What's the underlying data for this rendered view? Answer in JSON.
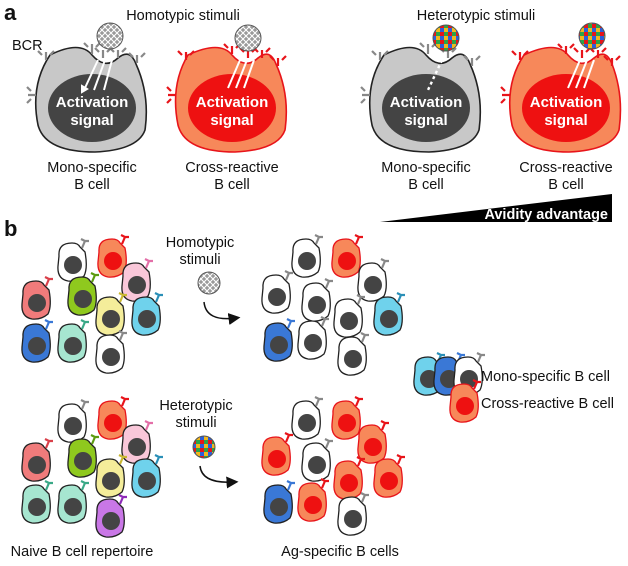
{
  "panel_a": {
    "label": "a",
    "homotypic_title": "Homotypic stimuli",
    "heterotypic_title": "Heterotypic stimuli",
    "bcr_label": "BCR",
    "activation_line1": "Activation",
    "activation_line2": "signal",
    "cells": [
      {
        "line1": "Mono-specific",
        "line2": "B cell"
      },
      {
        "line1": "Cross-reactive",
        "line2": "B cell"
      },
      {
        "line1": "Mono-specific",
        "line2": "B cell"
      },
      {
        "line1": "Cross-reactive",
        "line2": "B cell"
      }
    ],
    "avidity_label": "Avidity advantage"
  },
  "panel_b": {
    "label": "b",
    "homotypic_line1": "Homotypic",
    "homotypic_line2": "stimuli",
    "heterotypic_line1": "Heterotypic",
    "heterotypic_line2": "stimuli",
    "naive_label": "Naive B cell repertoire",
    "ag_label": "Ag-specific B cells",
    "legend_mono": "Mono-specific B cell",
    "legend_cross": "Cross-reactive B cell"
  },
  "colors": {
    "mono_cell": "#c8c8c8",
    "mono_nucleus": "#444444",
    "cross_cell": "#f7885a",
    "cross_nucleus": "#ee1111",
    "receptor_red": "#e8141a",
    "receptor_grey": "#888888"
  }
}
